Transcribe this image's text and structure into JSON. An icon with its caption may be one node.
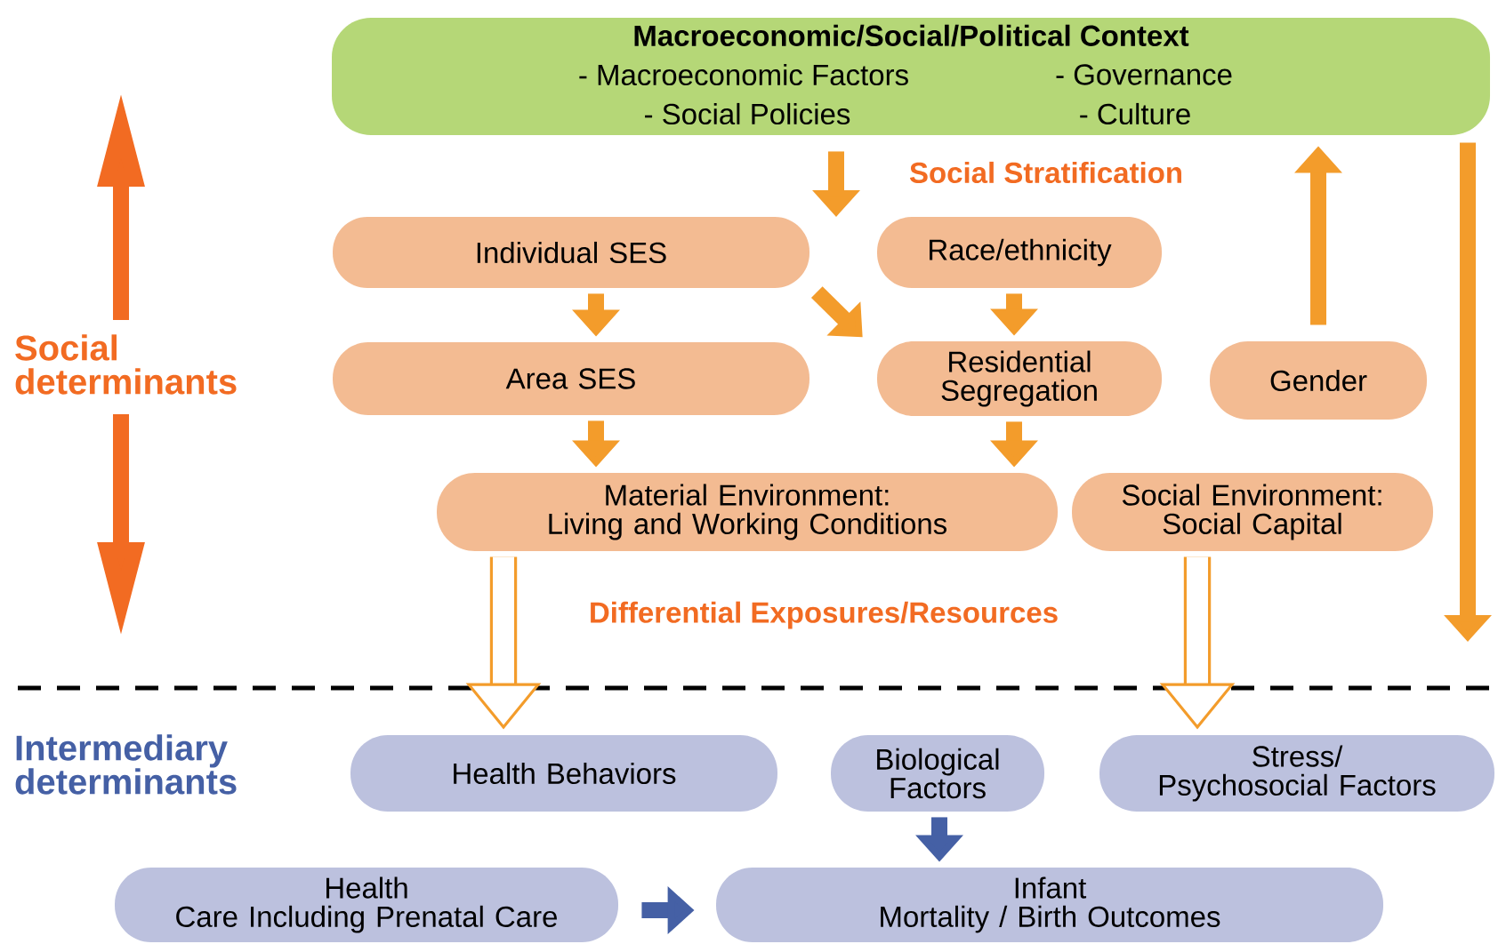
{
  "diagram": {
    "nodes": [
      {
        "text": [
          "Macroeconomic/Social/Political Context",
          "- Macroeconomic Factors",
          "- Governance",
          "- Social Policies",
          "- Culture"
        ]
      },
      {
        "text": [
          "Individual SES"
        ]
      },
      {
        "text": [
          "Race/ethnicity"
        ]
      },
      {
        "text": [
          "Area SES"
        ]
      },
      {
        "text": [
          "Residential Segregation"
        ]
      },
      {
        "text": [
          "Gender"
        ]
      },
      {
        "text": [
          "Material Environment: Living and Working Conditions"
        ]
      },
      {
        "text": [
          "Social Environment: Social Capital"
        ]
      },
      {
        "text": [
          "Health Behaviors"
        ]
      },
      {
        "text": [
          "Biological Factors"
        ]
      },
      {
        "text": [
          "Stress/ Psychosocial Factors"
        ]
      },
      {
        "text": [
          "Health Care Including Prenatal Care"
        ]
      },
      {
        "text": [
          "Infant Mortality / Birth Outcomes"
        ]
      }
    ],
    "edges": [
      {
        "from": 0,
        "to": null,
        "arrow": "to",
        "label": "Social Stratification"
      },
      {
        "from": 1,
        "to": 3,
        "arrow": "to"
      },
      {
        "from": 1,
        "to": 4,
        "arrow": "to"
      },
      {
        "from": 2,
        "to": 4,
        "arrow": "to"
      },
      {
        "from": 5,
        "to": 0,
        "arrow": "to"
      },
      {
        "from": 0,
        "to": null,
        "arrow": "to"
      },
      {
        "from": 3,
        "to": 6,
        "arrow": "to"
      },
      {
        "from": 4,
        "to": 6,
        "arrow": "to"
      },
      {
        "from": 6,
        "to": 8,
        "arrow": "to",
        "label": "Differential Exposures/Resources"
      },
      {
        "from": 7,
        "to": 10,
        "arrow": "to"
      },
      {
        "from": 9,
        "to": 12,
        "arrow": "to",
        "color": "#4560a5"
      },
      {
        "from": 11,
        "to": 12,
        "arrow": "to",
        "color": "#4560a5"
      }
    ],
    "labels": [
      "Social determinants",
      "Intermediary determinants"
    ]
  }
}
